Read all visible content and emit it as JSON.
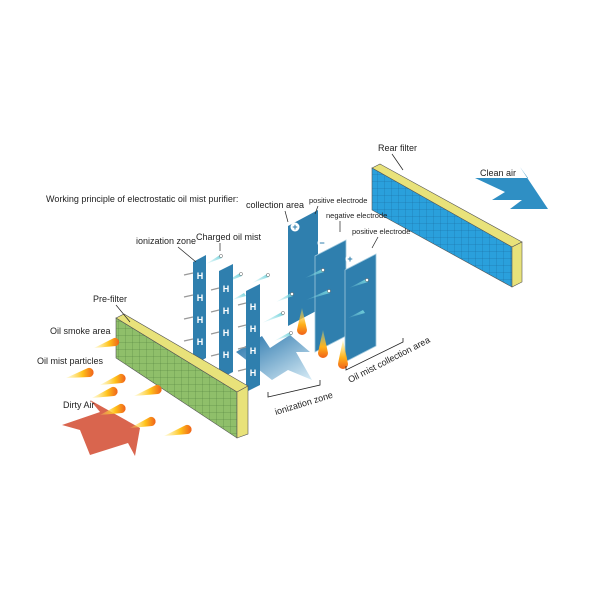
{
  "title": "Working principle of electrostatic oil mist purifier:",
  "labels": {
    "rear_filter": "Rear filter",
    "clean_air": "Clean air",
    "collection_area": "collection area",
    "positive_electrode_1": "positive electrode",
    "negative_electrode": "negative electrode",
    "positive_electrode_2": "positive electrode",
    "charged_oil_mist": "Charged oil mist",
    "ionization_zone_top": "ionization zone",
    "pre_filter": "Pre-filter",
    "oil_smoke_area": "Oil smoke area",
    "oil_mist_particles": "Oil mist particles",
    "dirty_air": "Dirty Air",
    "ionization_zone_bottom": "ionization zone",
    "oil_mist_collection_area": "Oil mist collection area"
  },
  "symbols": {
    "plus": "+",
    "minus": "−",
    "h": "H",
    "dot": "+"
  },
  "colors": {
    "plate": "#2f7fae",
    "prefilter": "#8fbf6a",
    "filter_edge": "#e8e27a",
    "rear": "#2aa0dc",
    "dirty_air": "#d9654e",
    "flame": "#f28a1c"
  }
}
